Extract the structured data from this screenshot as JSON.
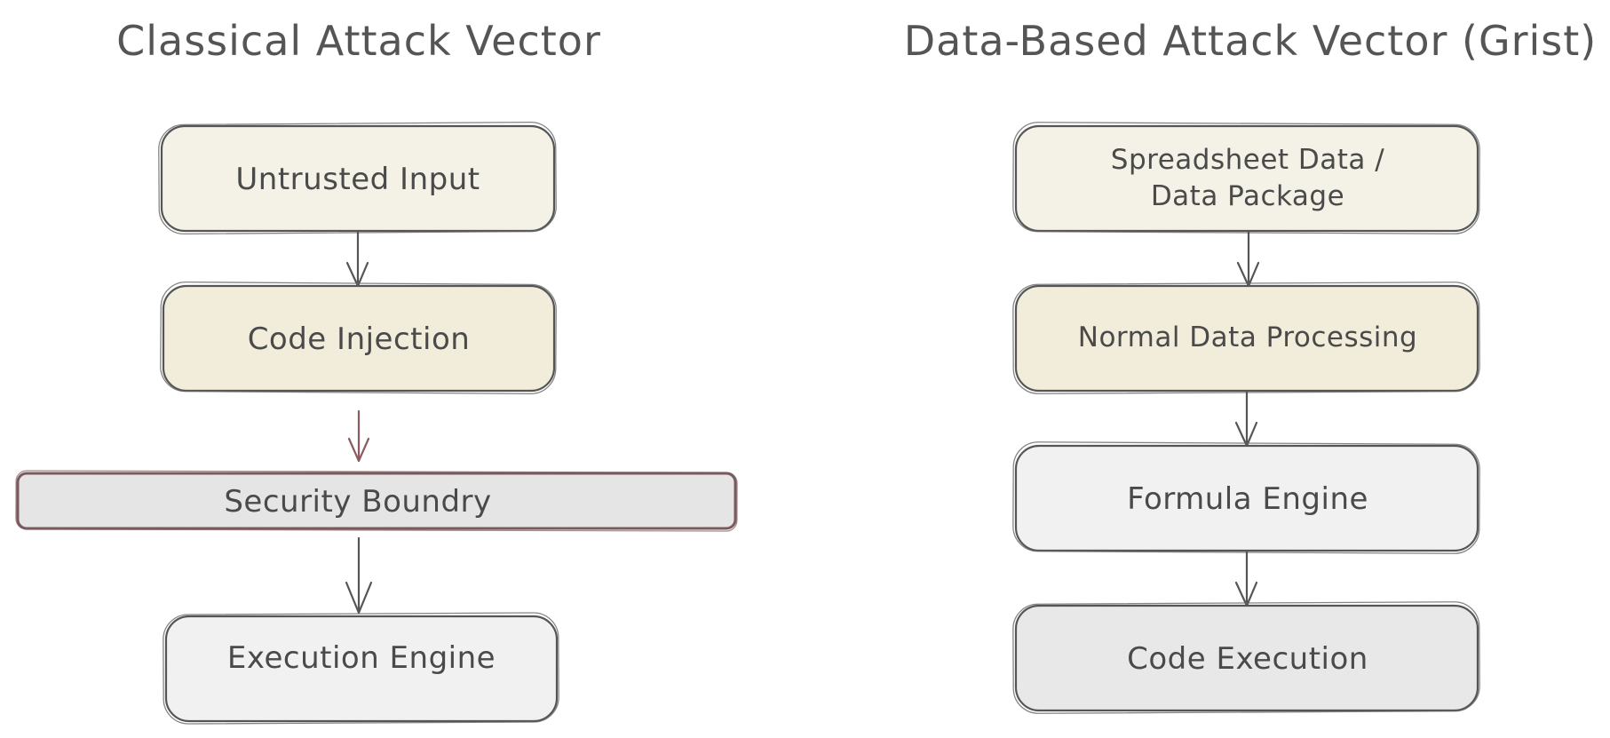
{
  "colors": {
    "stroke": "#555555",
    "input_fill": "#f4f1e6",
    "processing_fill": "#f2ecda",
    "engine_fill": "#f1f1f1",
    "boundary_fill": "#e5e5e5",
    "boundary_stroke": "#7a5a5e",
    "boundary_arrow": "#8a5a60"
  },
  "classical": {
    "title": "Classical Attack Vector",
    "untrusted_input": "Untrusted Input",
    "code_injection": "Code Injection",
    "security_boundary": "Security Boundry",
    "execution_engine": "Execution Engine"
  },
  "data_based": {
    "title": "Data-Based Attack Vector (Grist)",
    "spreadsheet_line1": "Spreadsheet Data /",
    "spreadsheet_line2": "Data Package",
    "normal_processing": "Normal Data Processing",
    "formula_engine": "Formula Engine",
    "code_execution": "Code Execution"
  }
}
